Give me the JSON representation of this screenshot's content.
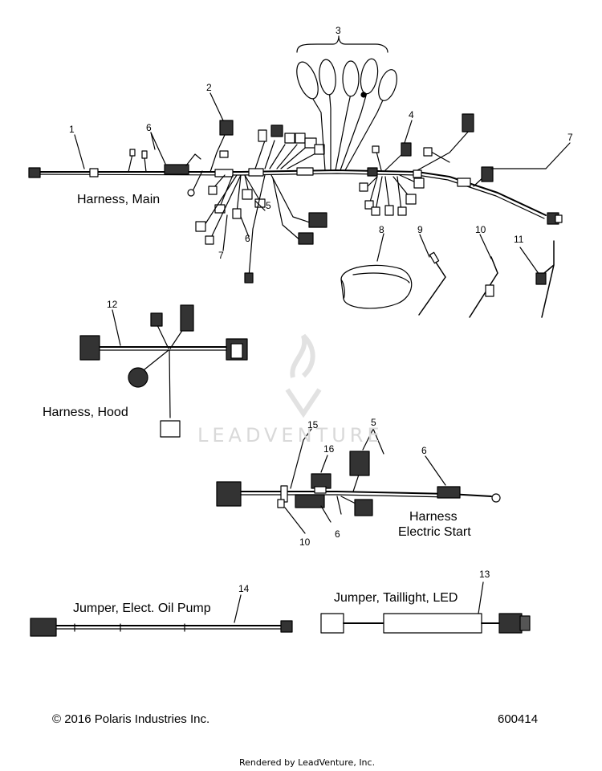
{
  "callouts": {
    "c1": "1",
    "c2": "2",
    "c3": "3",
    "c4": "4",
    "c5a": "5",
    "c6a": "6",
    "c6b": "6",
    "c7a": "7",
    "c7b": "7",
    "c8": "8",
    "c9": "9",
    "c10a": "10",
    "c11": "11",
    "c12": "12",
    "c13": "13",
    "c14": "14",
    "c15": "15",
    "c16": "16",
    "c5b": "5",
    "c6c": "6",
    "c6d": "6",
    "c10b": "10"
  },
  "labels": {
    "harness_main": "Harness, Main",
    "harness_hood": "Harness, Hood",
    "harness_es_line1": "Harness",
    "harness_es_line2": "Electric Start",
    "jumper_oil_pump": "Jumper, Elect. Oil Pump",
    "jumper_taillight": "Jumper, Taillight, LED"
  },
  "footer": {
    "copyright": "© 2016 Polaris Industries Inc.",
    "figure_number": "600414",
    "rendered_by": "Rendered by LeadVenture, Inc."
  },
  "watermark": {
    "text": "LEADVENTURE"
  }
}
